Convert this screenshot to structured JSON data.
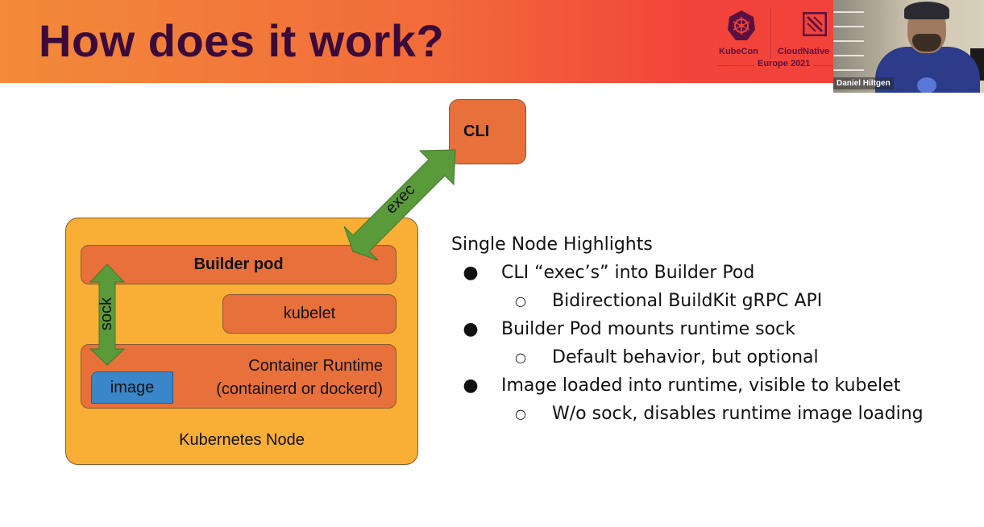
{
  "slide": {
    "title": "How does it work?",
    "colors": {
      "header_start": "#f28a3a",
      "header_end": "#f2403a",
      "title": "#3a0a3a",
      "box_orange": "#e8703a",
      "node_yellow": "#f9ae35",
      "image_blue": "#3a86c8",
      "arrow_green": "#5a9a3a"
    }
  },
  "event": {
    "kubecon_label": "KubeCon",
    "cloudnative_label": "CloudNative",
    "edition": "Europe 2021"
  },
  "webcam": {
    "speaker_name": "Daniel Hiltgen"
  },
  "diagram": {
    "cli": "CLI",
    "exec_label": "exec",
    "sock_label": "sock",
    "builder_pod": "Builder pod",
    "kubelet": "kubelet",
    "runtime_line1": "Container Runtime",
    "runtime_line2": "(containerd or dockerd)",
    "image": "image",
    "node": "Kubernetes Node"
  },
  "highlights": {
    "heading": "Single Node Highlights",
    "items": [
      {
        "level": 1,
        "bullet": "●",
        "text": "CLI “exec’s” into Builder Pod"
      },
      {
        "level": 2,
        "bullet": "○",
        "text": "Bidirectional BuildKit gRPC API"
      },
      {
        "level": 1,
        "bullet": "●",
        "text": "Builder Pod mounts runtime sock"
      },
      {
        "level": 2,
        "bullet": "○",
        "text": "Default behavior, but optional"
      },
      {
        "level": 1,
        "bullet": "●",
        "text": "Image loaded into runtime, visible to kubelet"
      },
      {
        "level": 2,
        "bullet": "○",
        "text": "W/o sock, disables runtime image loading"
      }
    ]
  }
}
